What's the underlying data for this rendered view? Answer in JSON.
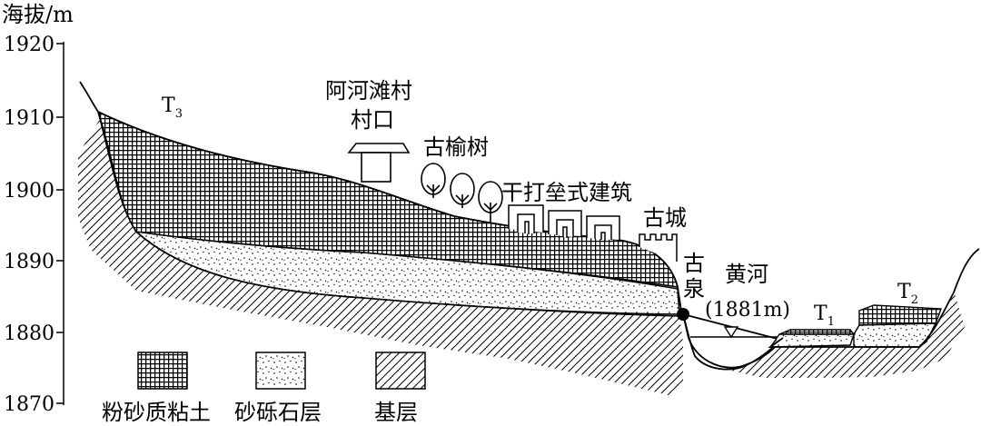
{
  "axis": {
    "label": "海拔/m",
    "ticks": [
      "1920",
      "1910",
      "1900",
      "1890",
      "1880",
      "1870"
    ]
  },
  "terraces": {
    "t3": "T",
    "t3_sub": "3",
    "t1": "T",
    "t1_sub": "1",
    "t2": "T",
    "t2_sub": "2"
  },
  "labels": {
    "village_line1": "阿河滩村",
    "village_line2": "村口",
    "elm": "古榆树",
    "rammed_earth": "干打垒式建筑",
    "ancient_city": "古城",
    "spring_line1": "古",
    "spring_line2": "泉",
    "river": "黄河",
    "river_level": "(1881m)"
  },
  "legend": [
    {
      "label": "粉砂质粘土",
      "pattern": "crosshatch"
    },
    {
      "label": "砂砾石层",
      "pattern": "dots"
    },
    {
      "label": "基层",
      "pattern": "diagonal"
    }
  ],
  "colors": {
    "ink": "#000000",
    "background": "#ffffff"
  }
}
